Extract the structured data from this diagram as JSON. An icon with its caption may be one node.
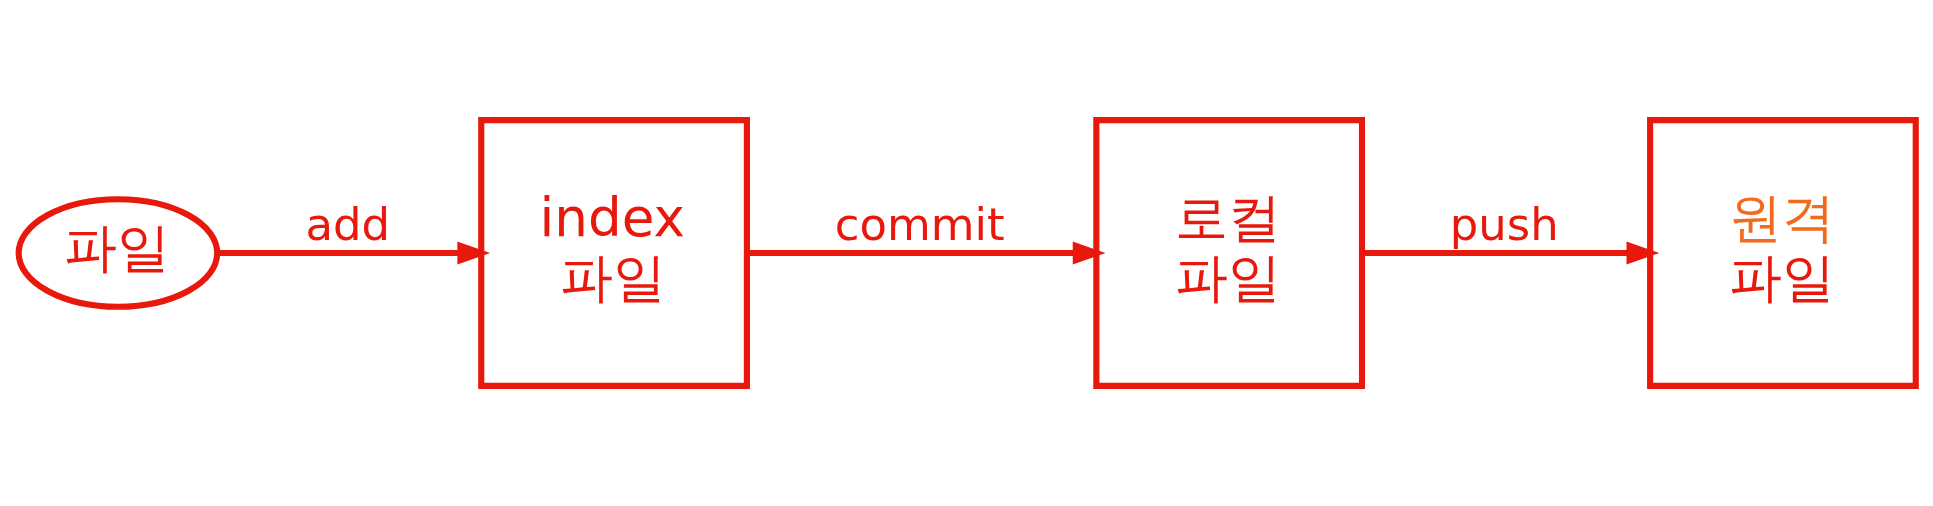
{
  "diagram": {
    "nodes": [
      {
        "text": [
          "파일"
        ]
      },
      {
        "text": [
          "index",
          "파일"
        ]
      },
      {
        "text": [
          "로컬",
          "파일"
        ]
      },
      {
        "text": [
          "원격",
          "파일"
        ]
      }
    ],
    "edges": [
      {
        "from": 0,
        "to": 1,
        "arrow": "to",
        "label": "add"
      },
      {
        "from": 1,
        "to": 2,
        "arrow": "to",
        "label": "commit"
      },
      {
        "from": 2,
        "to": 3,
        "arrow": "to",
        "label": "push"
      }
    ]
  }
}
